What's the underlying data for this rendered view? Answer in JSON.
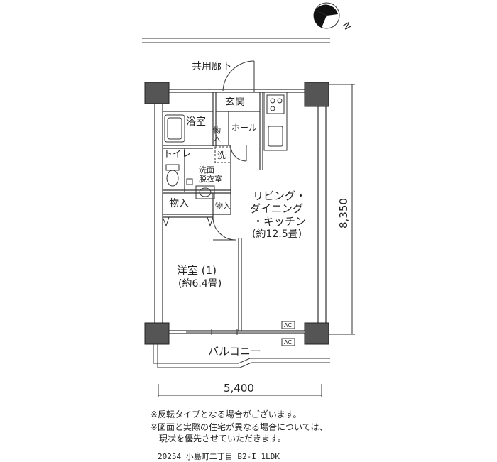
{
  "labels": {
    "corridor": "共用廊下",
    "entrance": "玄関",
    "bath": "浴室",
    "storage_hall": "物入",
    "hall": "ホール",
    "toilet": "トイレ",
    "wash_mark": "洗",
    "dressing_1": "洗面",
    "dressing_2": "脱衣室",
    "storage_left": "物入",
    "storage_small": "物入",
    "ldk_1": "リビング・",
    "ldk_2": "ダイニング",
    "ldk_3": "・キッチン",
    "ldk_area": "(約12.5畳)",
    "western_1": "洋室 (1)",
    "western_area": "(約6.4畳)",
    "balcony": "バルコニー",
    "ac_1": "AC",
    "ac_2": "AC",
    "north": "N"
  },
  "dimensions": {
    "depth": "8,350",
    "width": "5,400"
  },
  "notes": {
    "line1": "※反転タイプとなる場合がございます。",
    "line2": "※図面と実際の住宅が異なる場合については、",
    "line3": "現状を優先させていただきます。"
  },
  "plan_id": "20254_小島町二丁目_B2-I_1LDK"
}
